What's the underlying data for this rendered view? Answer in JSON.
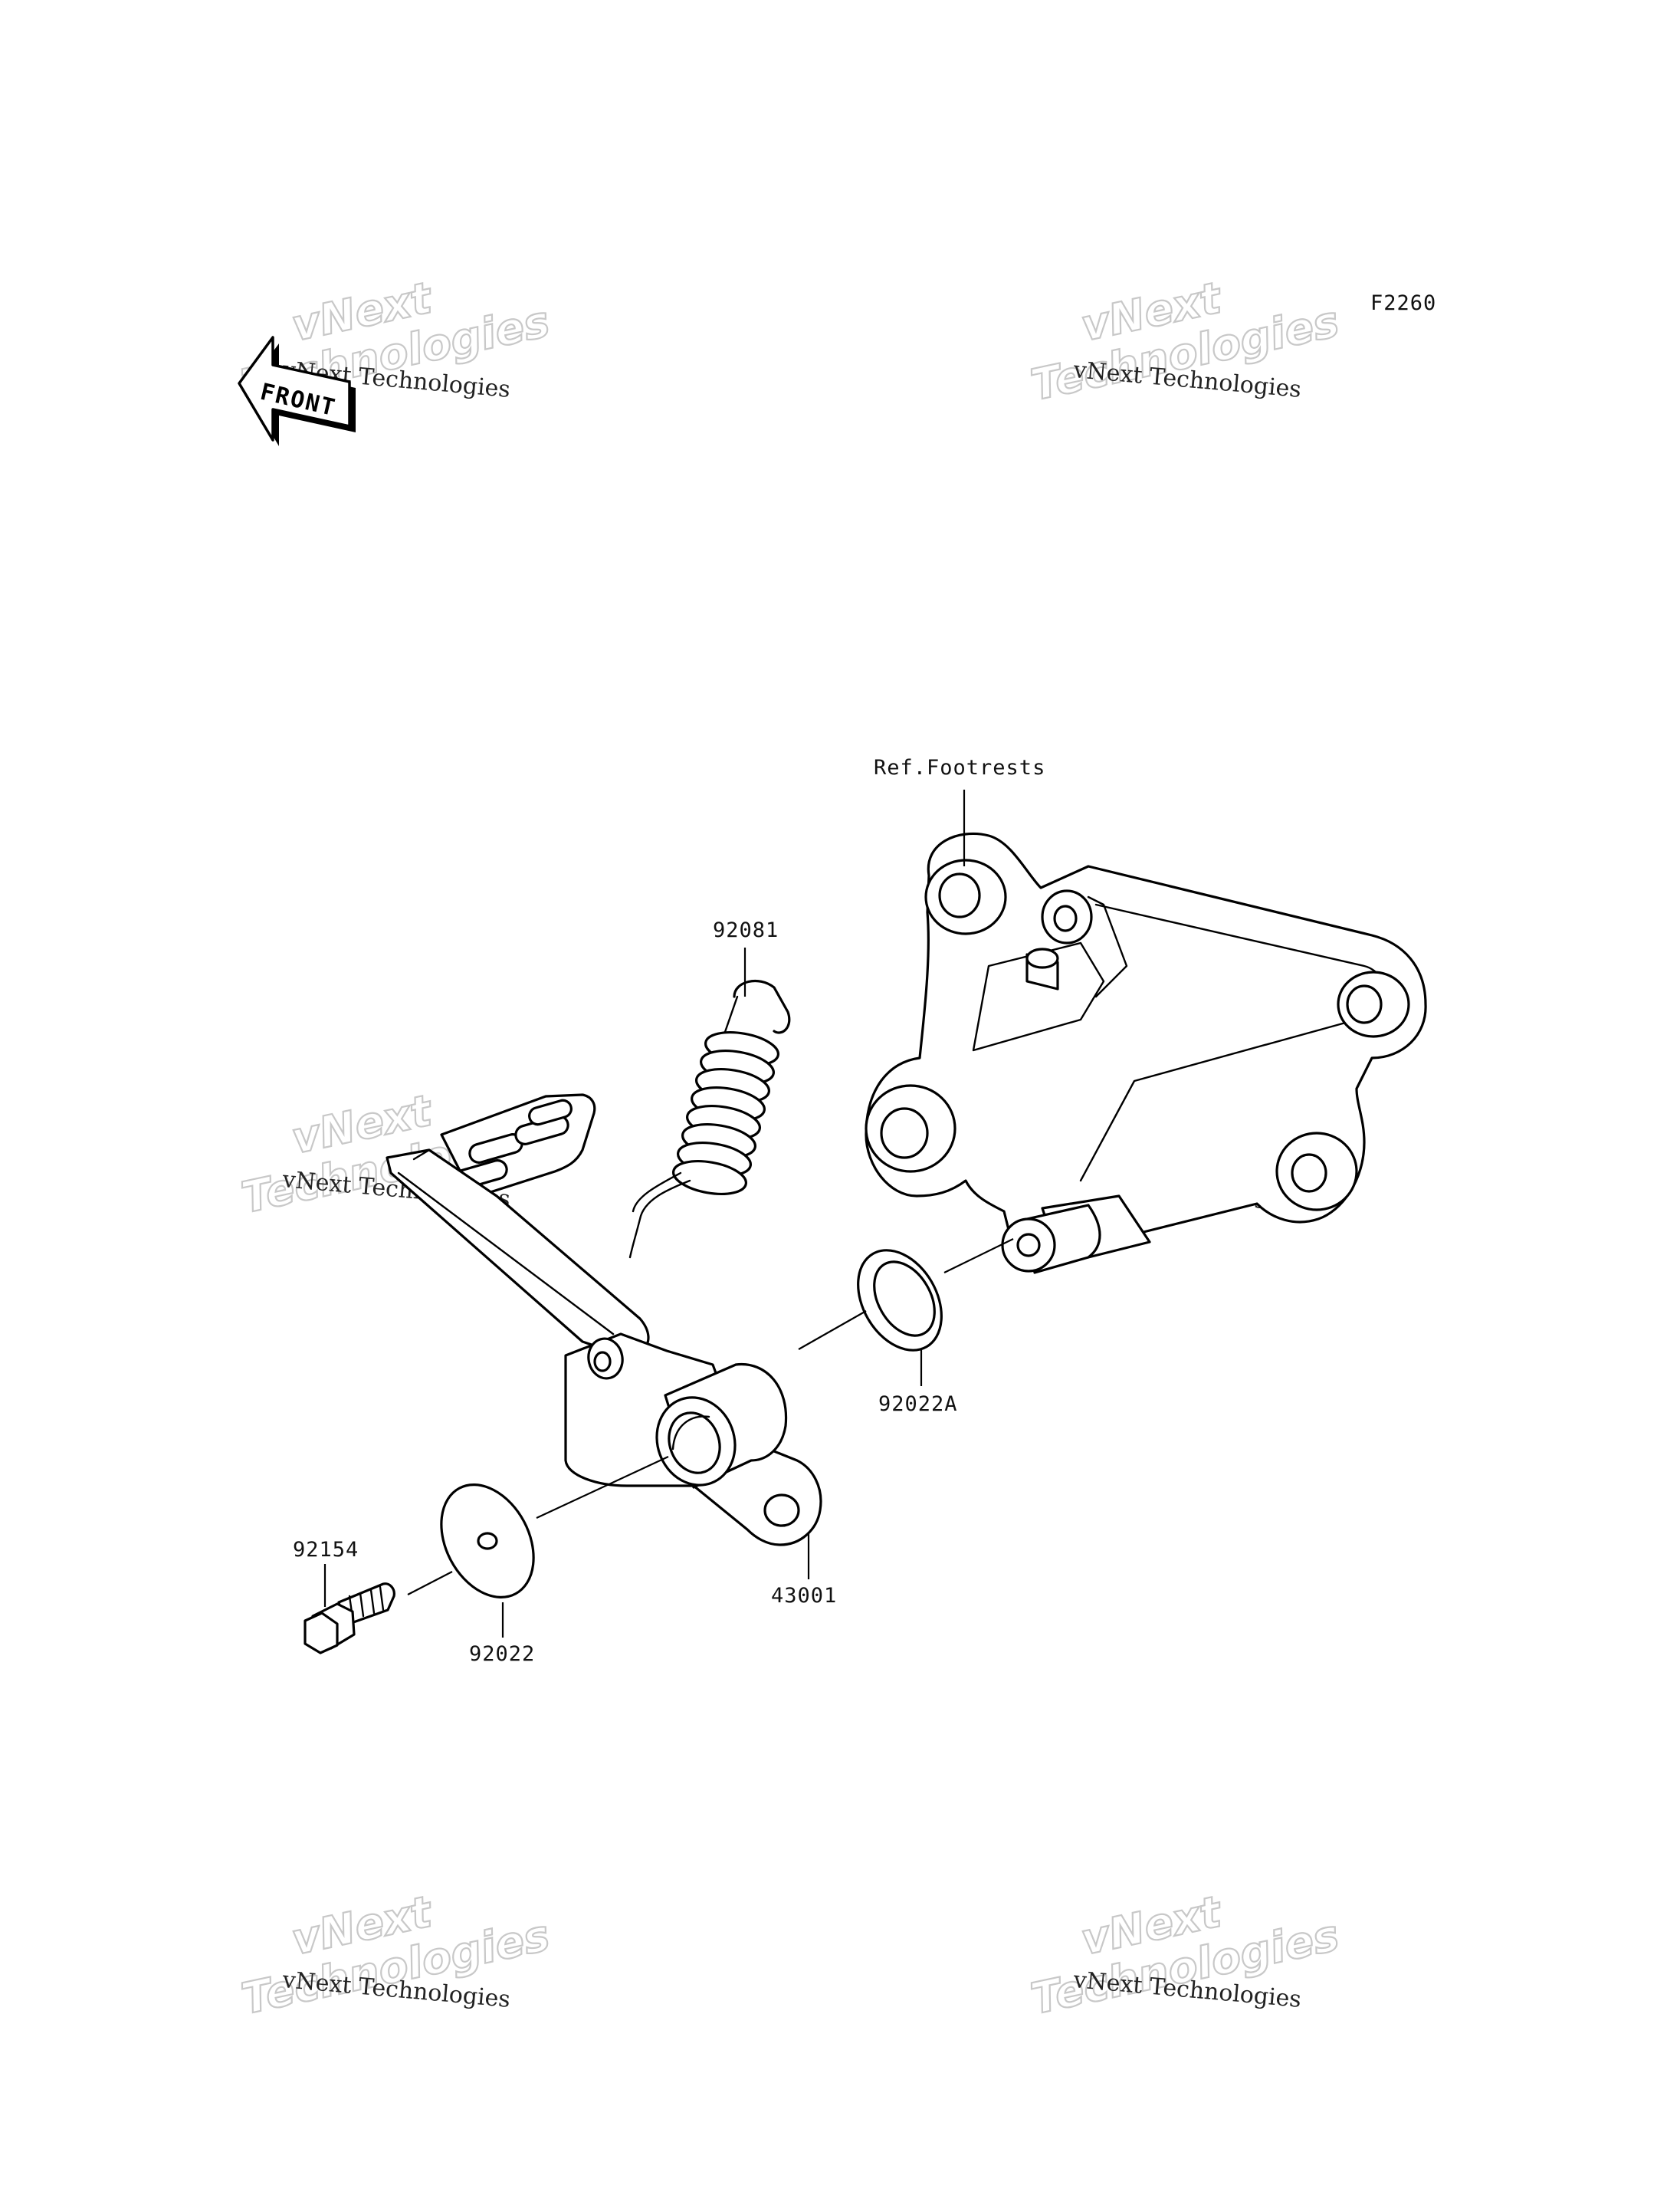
{
  "diagram": {
    "figure_code": "F2260",
    "front_indicator": "FRONT",
    "reference_label": "Ref.Footrests",
    "parts": [
      {
        "id": "spring",
        "number": "92081"
      },
      {
        "id": "bushing-a",
        "number": "92022A"
      },
      {
        "id": "brake-pedal",
        "number": "43001"
      },
      {
        "id": "bolt",
        "number": "92154"
      },
      {
        "id": "washer",
        "number": "92022"
      }
    ]
  },
  "watermark": {
    "line_small": "vNext Technologies",
    "line_big_1": "vNext",
    "line_big_2": "Technologies"
  },
  "colors": {
    "line": "#000000",
    "watermark_outline": "#c8c8c8",
    "background": "#ffffff"
  }
}
